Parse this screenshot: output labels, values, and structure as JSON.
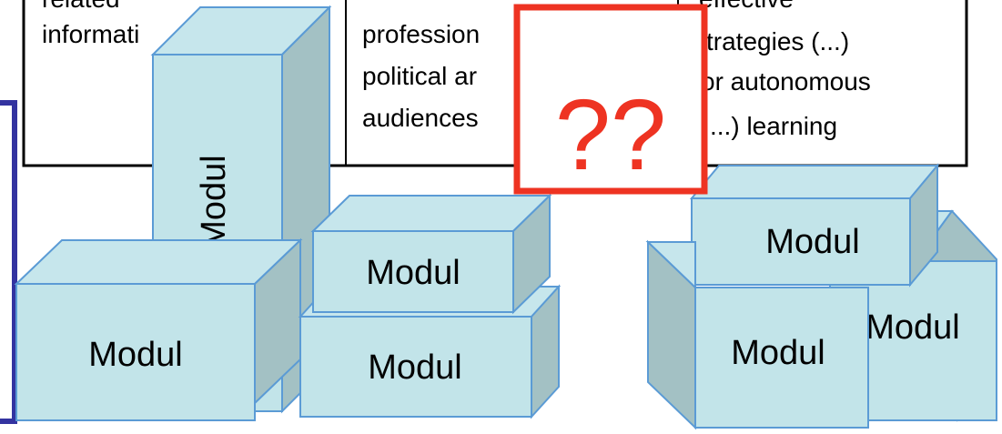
{
  "colors": {
    "box_front": "#c2e4e9",
    "box_top": "#c6e6ec",
    "box_side": "#a3c1c4",
    "box_stroke": "#5b9bd5",
    "table_border": "#000000",
    "bracket": "#3333a0",
    "question_border": "#ee3322",
    "question_text": "#ee3322"
  },
  "table": {
    "col1": [
      "related",
      "informati"
    ],
    "col2": [
      "profession",
      "political ar",
      "audiences"
    ],
    "col3": [
      "effective",
      "strategies (...)",
      "or autonomous",
      "...) learning"
    ]
  },
  "question": "??",
  "modules": {
    "tall": "Modul",
    "big_left": "Modul",
    "mid_upper": "Modul",
    "mid_lower": "Modul",
    "right_top": "Modul",
    "right_back": "Modul",
    "right_front": "Modul"
  }
}
